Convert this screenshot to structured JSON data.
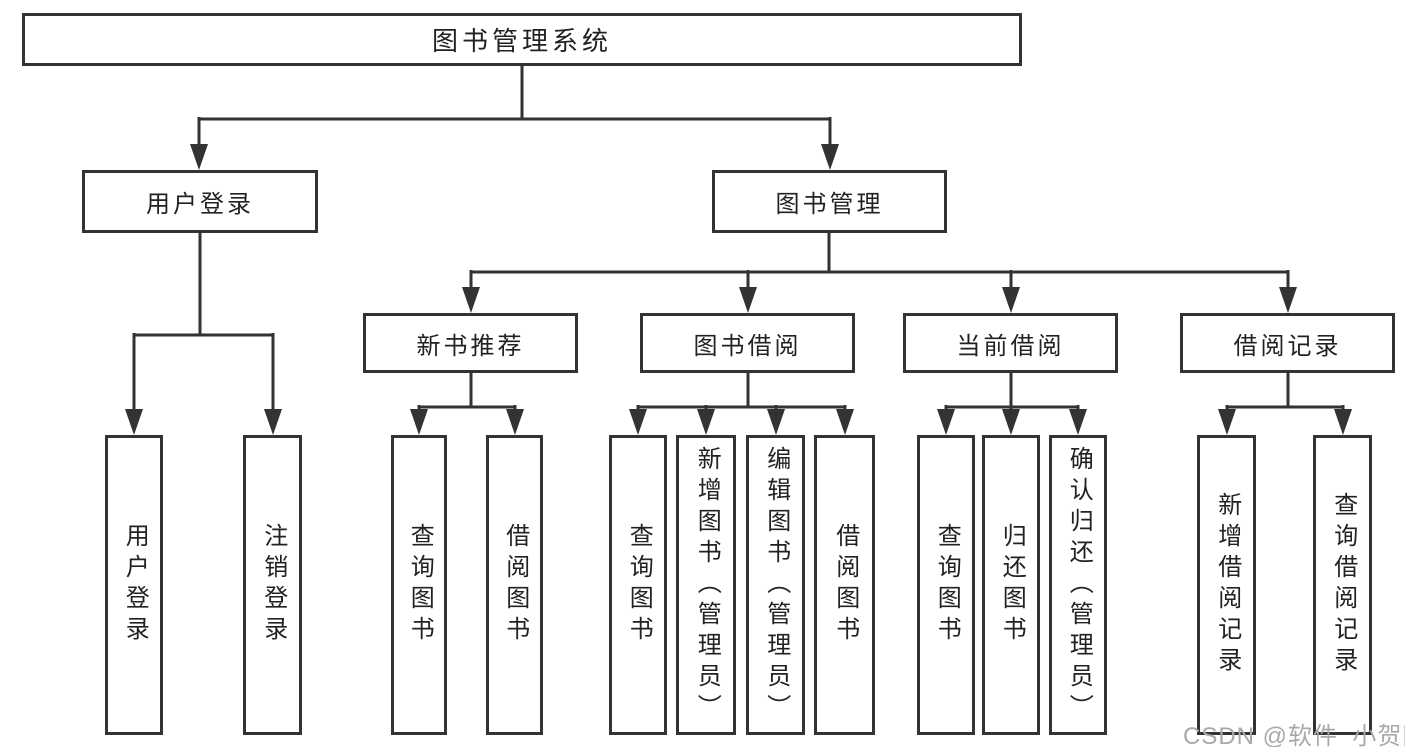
{
  "diagram_title": "图书管理系统",
  "watermark": "CSDN @软件_小贺同学",
  "colors": {
    "line": "#333333",
    "box_border": "#333333",
    "text": "#222222",
    "background": "#ffffff",
    "watermark": "#a9a9a9"
  },
  "tree": {
    "root": {
      "label": "图书管理系统",
      "children": [
        {
          "label": "用户登录",
          "children": [
            {
              "label": "用户登录"
            },
            {
              "label": "注销登录"
            }
          ]
        },
        {
          "label": "图书管理",
          "children": [
            {
              "label": "新书推荐",
              "children": [
                {
                  "label": "查询图书"
                },
                {
                  "label": "借阅图书"
                }
              ]
            },
            {
              "label": "图书借阅",
              "children": [
                {
                  "label": "查询图书"
                },
                {
                  "label": "新增图书（管理员）"
                },
                {
                  "label": "编辑图书（管理员）"
                },
                {
                  "label": "借阅图书"
                }
              ]
            },
            {
              "label": "当前借阅",
              "children": [
                {
                  "label": "查询图书"
                },
                {
                  "label": "归还图书"
                },
                {
                  "label": "确认归还（管理员）"
                }
              ]
            },
            {
              "label": "借阅记录",
              "children": [
                {
                  "label": "新增借阅记录"
                },
                {
                  "label": "查询借阅记录"
                }
              ]
            }
          ]
        }
      ]
    }
  }
}
